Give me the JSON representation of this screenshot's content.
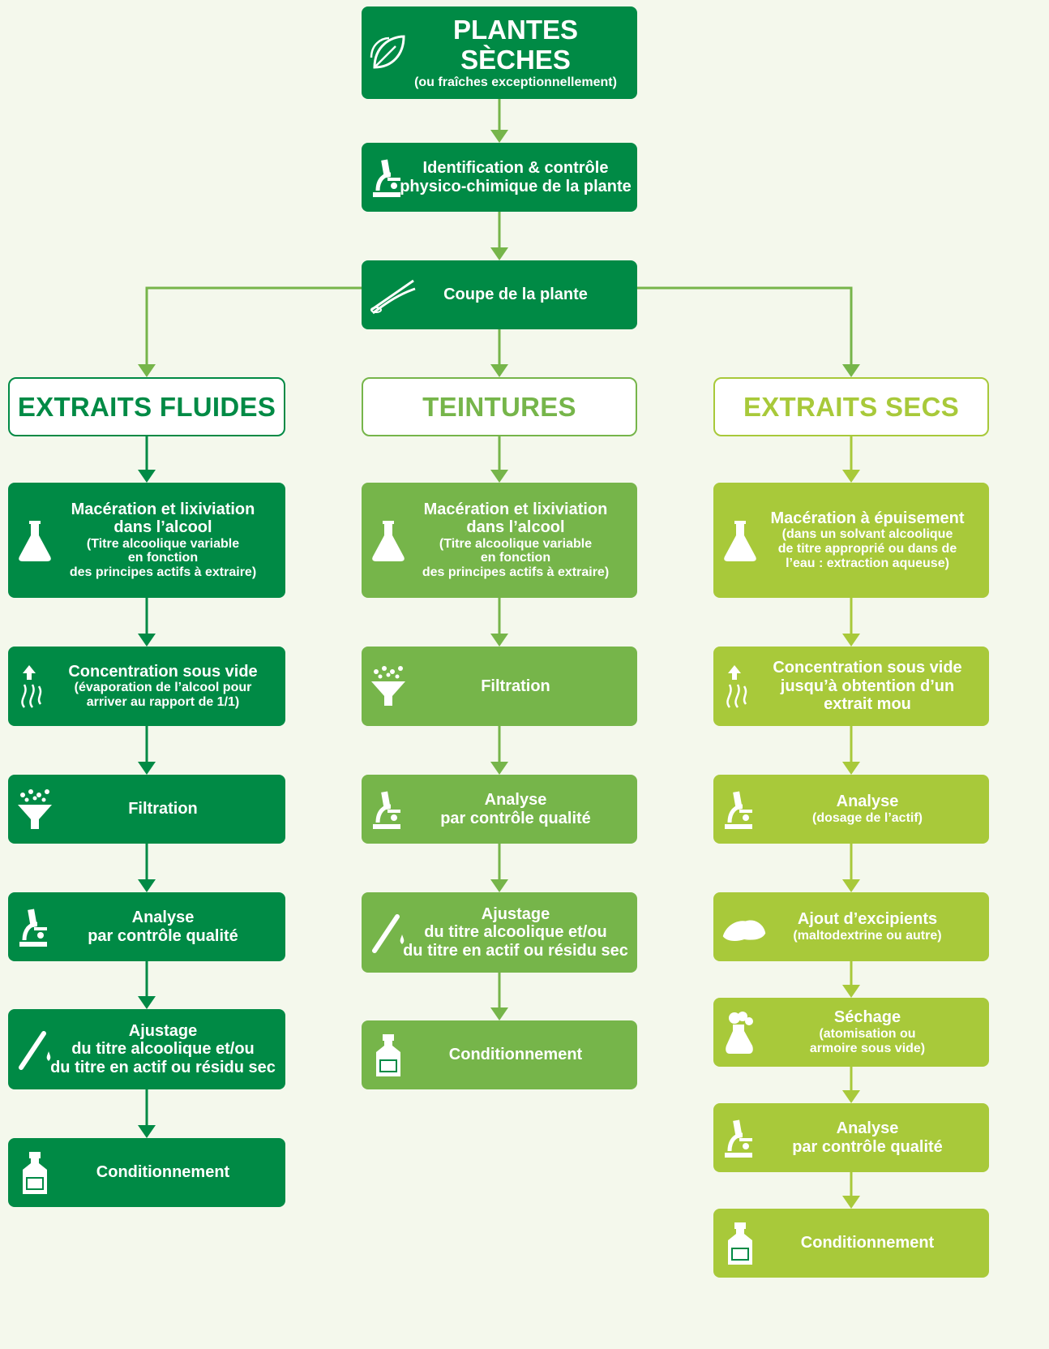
{
  "top": {
    "title": "PLANTES SÈCHES",
    "subtitle": "(ou fraîches exceptionnellement)"
  },
  "identification": {
    "line1": "Identification & contrôle",
    "line2": "physico-chimique de la plante"
  },
  "coupe": {
    "label": "Coupe de la plante"
  },
  "headers": {
    "fluides": "EXTRAITS FLUIDES",
    "teintures": "TEINTURES",
    "secs": "EXTRAITS SECS"
  },
  "col1": {
    "maceration": {
      "title1": "Macération et lixiviation",
      "title2": "dans l’alcool",
      "sub1": "(Titre alcoolique variable",
      "sub2": "en fonction",
      "sub3": "des principes actifs à extraire)"
    },
    "concentration": {
      "title": "Concentration sous vide",
      "sub1": "(évaporation de l’alcool pour",
      "sub2": "arriver au rapport de 1/1)"
    },
    "filtration": {
      "title": "Filtration"
    },
    "analyse": {
      "title1": "Analyse",
      "title2": "par contrôle qualité"
    },
    "ajustage": {
      "title1": "Ajustage",
      "title2": "du titre alcoolique et/ou",
      "title3": "du titre en actif ou résidu sec"
    },
    "conditionnement": {
      "title": "Conditionnement"
    }
  },
  "col2": {
    "maceration": {
      "title1": "Macération et lixiviation",
      "title2": "dans l’alcool",
      "sub1": "(Titre alcoolique variable",
      "sub2": "en fonction",
      "sub3": "des principes actifs à extraire)"
    },
    "filtration": {
      "title": "Filtration"
    },
    "analyse": {
      "title1": "Analyse",
      "title2": "par contrôle qualité"
    },
    "ajustage": {
      "title1": "Ajustage",
      "title2": "du titre alcoolique et/ou",
      "title3": "du titre en actif ou résidu sec"
    },
    "conditionnement": {
      "title": "Conditionnement"
    }
  },
  "col3": {
    "maceration": {
      "title": "Macération à épuisement",
      "sub1": "(dans un solvant alcoolique",
      "sub2": "de titre approprié ou dans de",
      "sub3": "l’eau : extraction aqueuse)"
    },
    "concentration": {
      "title1": "Concentration sous vide",
      "title2": "jusqu’à obtention d’un",
      "title3": "extrait mou"
    },
    "analyse1": {
      "title": "Analyse",
      "sub": "(dosage de l’actif)"
    },
    "excipients": {
      "title": "Ajout d’excipients",
      "sub": "(maltodextrine ou autre)"
    },
    "sechage": {
      "title": "Séchage",
      "sub1": "(atomisation ou",
      "sub2": "armoire sous vide)"
    },
    "analyse2": {
      "title1": "Analyse",
      "title2": "par contrôle qualité"
    },
    "conditionnement": {
      "title": "Conditionnement"
    }
  },
  "colors": {
    "dark_green": "#008a45",
    "mid_green": "#76b54a",
    "light_green": "#a8c93a",
    "background": "#f4f8ec"
  }
}
